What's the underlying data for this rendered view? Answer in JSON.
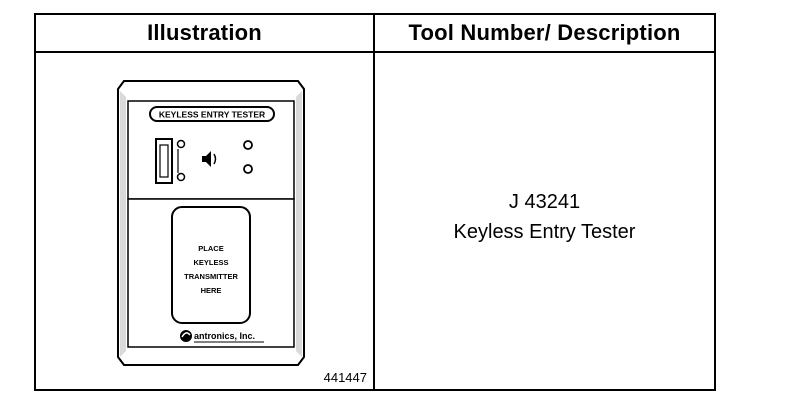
{
  "table": {
    "header_illustration": "Illustration",
    "header_description": "Tool Number/ Description"
  },
  "tool": {
    "number": "J 43241",
    "description": "Keyless Entry Tester",
    "figure_number": "441447"
  },
  "device": {
    "label": "KEYLESS ENTRY TESTER",
    "instruction_line1": "PLACE",
    "instruction_line2": "KEYLESS",
    "instruction_line3": "TRANSMITTER",
    "instruction_line4": "HERE",
    "manufacturer": "antronics, Inc.",
    "icons": [
      "battery-icon",
      "speaker-icon",
      "indicator-light-icon"
    ]
  }
}
